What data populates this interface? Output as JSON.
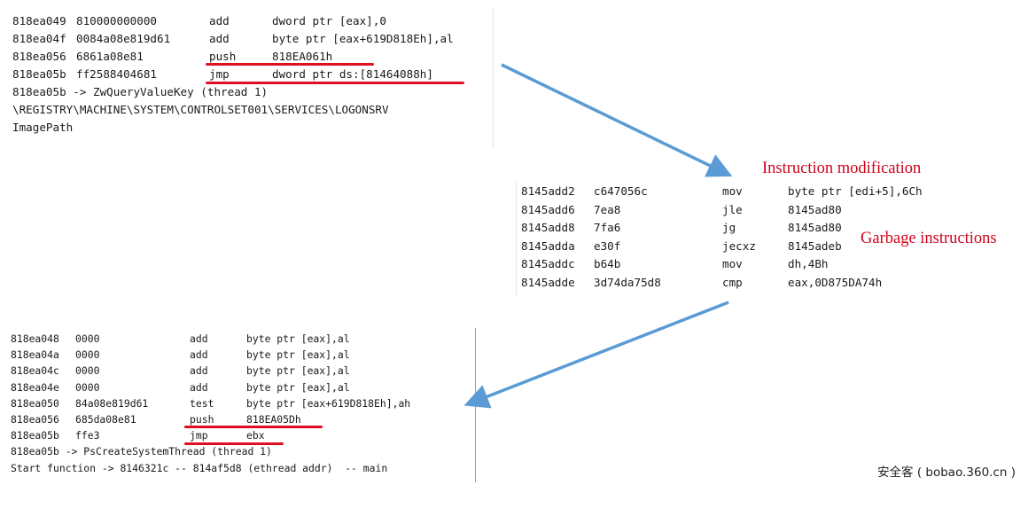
{
  "top_block": {
    "rows": [
      {
        "addr": "818ea049",
        "bytes": "810000000000",
        "mnemonic": "add",
        "operands": "dword ptr [eax],0"
      },
      {
        "addr": "818ea04f",
        "bytes": "0084a08e819d61",
        "mnemonic": "add",
        "operands": "byte ptr [eax+619D818Eh],al"
      },
      {
        "addr": "818ea056",
        "bytes": "6861a08e81",
        "mnemonic": "push",
        "operands": "818EA061h"
      },
      {
        "addr": "818ea05b",
        "bytes": "ff2588404681",
        "mnemonic": "jmp",
        "operands": "dword ptr ds:[81464088h]"
      }
    ],
    "info_lines": [
      "818ea05b -> ZwQueryValueKey (thread 1)",
      "\\REGISTRY\\MACHINE\\SYSTEM\\CONTROLSET001\\SERVICES\\LOGONSRV",
      "ImagePath"
    ]
  },
  "middle_block": {
    "rows": [
      {
        "addr": "8145add2",
        "bytes": "c647056c",
        "mnemonic": "mov",
        "operands": "byte ptr [edi+5],6Ch"
      },
      {
        "addr": "8145add6",
        "bytes": "7ea8",
        "mnemonic": "jle",
        "operands": "8145ad80"
      },
      {
        "addr": "8145add8",
        "bytes": "7fa6",
        "mnemonic": "jg",
        "operands": "8145ad80"
      },
      {
        "addr": "8145adda",
        "bytes": "e30f",
        "mnemonic": "jecxz",
        "operands": "8145adeb"
      },
      {
        "addr": "8145addc",
        "bytes": "b64b",
        "mnemonic": "mov",
        "operands": "dh,4Bh"
      },
      {
        "addr": "8145adde",
        "bytes": "3d74da75d8",
        "mnemonic": "cmp",
        "operands": "eax,0D875DA74h"
      }
    ]
  },
  "bottom_block": {
    "rows": [
      {
        "addr": "818ea048",
        "bytes": "0000",
        "mnemonic": "add",
        "operands": "byte ptr [eax],al"
      },
      {
        "addr": "818ea04a",
        "bytes": "0000",
        "mnemonic": "add",
        "operands": "byte ptr [eax],al"
      },
      {
        "addr": "818ea04c",
        "bytes": "0000",
        "mnemonic": "add",
        "operands": "byte ptr [eax],al"
      },
      {
        "addr": "818ea04e",
        "bytes": "0000",
        "mnemonic": "add",
        "operands": "byte ptr [eax],al"
      },
      {
        "addr": "818ea050",
        "bytes": "84a08e819d61",
        "mnemonic": "test",
        "operands": "byte ptr [eax+619D818Eh],ah"
      },
      {
        "addr": "818ea056",
        "bytes": "685da08e81",
        "mnemonic": "push",
        "operands": "818EA05Dh"
      },
      {
        "addr": "818ea05b",
        "bytes": "ffe3",
        "mnemonic": "jmp",
        "operands": "ebx"
      }
    ],
    "info_lines": [
      "818ea05b -> PsCreateSystemThread (thread 1)",
      "Start function -> 8146321c -- 814af5d8 (ethread addr)  -- main"
    ]
  },
  "labels": {
    "instruction_modification": "Instruction modification",
    "garbage_instructions": "Garbage instructions"
  },
  "watermark": "安全客 ( bobao.360.cn )",
  "colors": {
    "arrow": "#5b9bd5",
    "annotation_text": "#d0021b",
    "underline": "#e00f1f"
  }
}
